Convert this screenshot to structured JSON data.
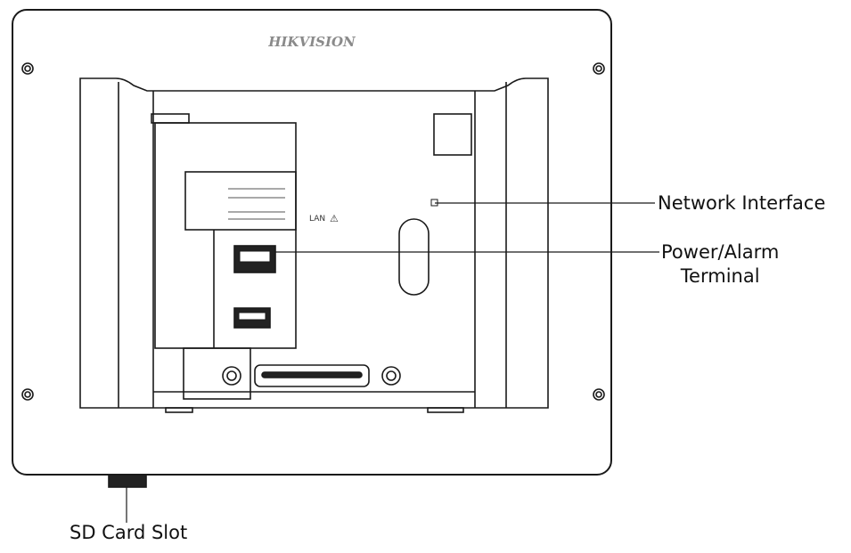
{
  "brand": "HIKVISION",
  "port_label": "LAN",
  "callouts": {
    "network": "Network Interface",
    "power_line1": "Power/Alarm",
    "power_line2": "Terminal",
    "sd": "SD Card Slot"
  },
  "colors": {
    "stroke": "#1a1a1a",
    "brand": "#8a8a8a",
    "fill": "#ffffff",
    "dark": "#222222"
  }
}
